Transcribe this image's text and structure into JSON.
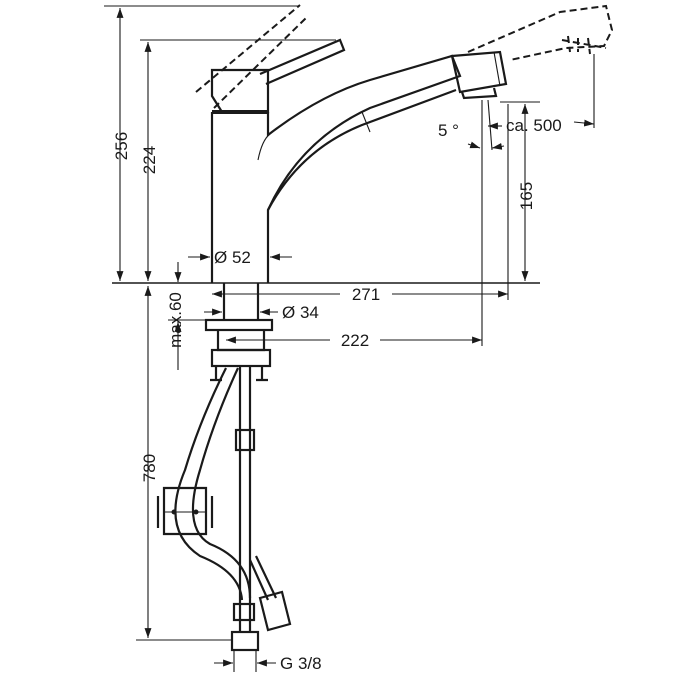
{
  "dimensions": {
    "h256": "256",
    "h224": "224",
    "h165": "165",
    "h780": "780",
    "max60": "max.60",
    "d52": "Ø 52",
    "d34": "Ø 34",
    "l271": "271",
    "l222": "222",
    "angle5": "5 °",
    "ca500": "ca. 500",
    "g38": "G 3/8"
  },
  "colors": {
    "line": "#1a1a1a",
    "background": "#ffffff"
  }
}
